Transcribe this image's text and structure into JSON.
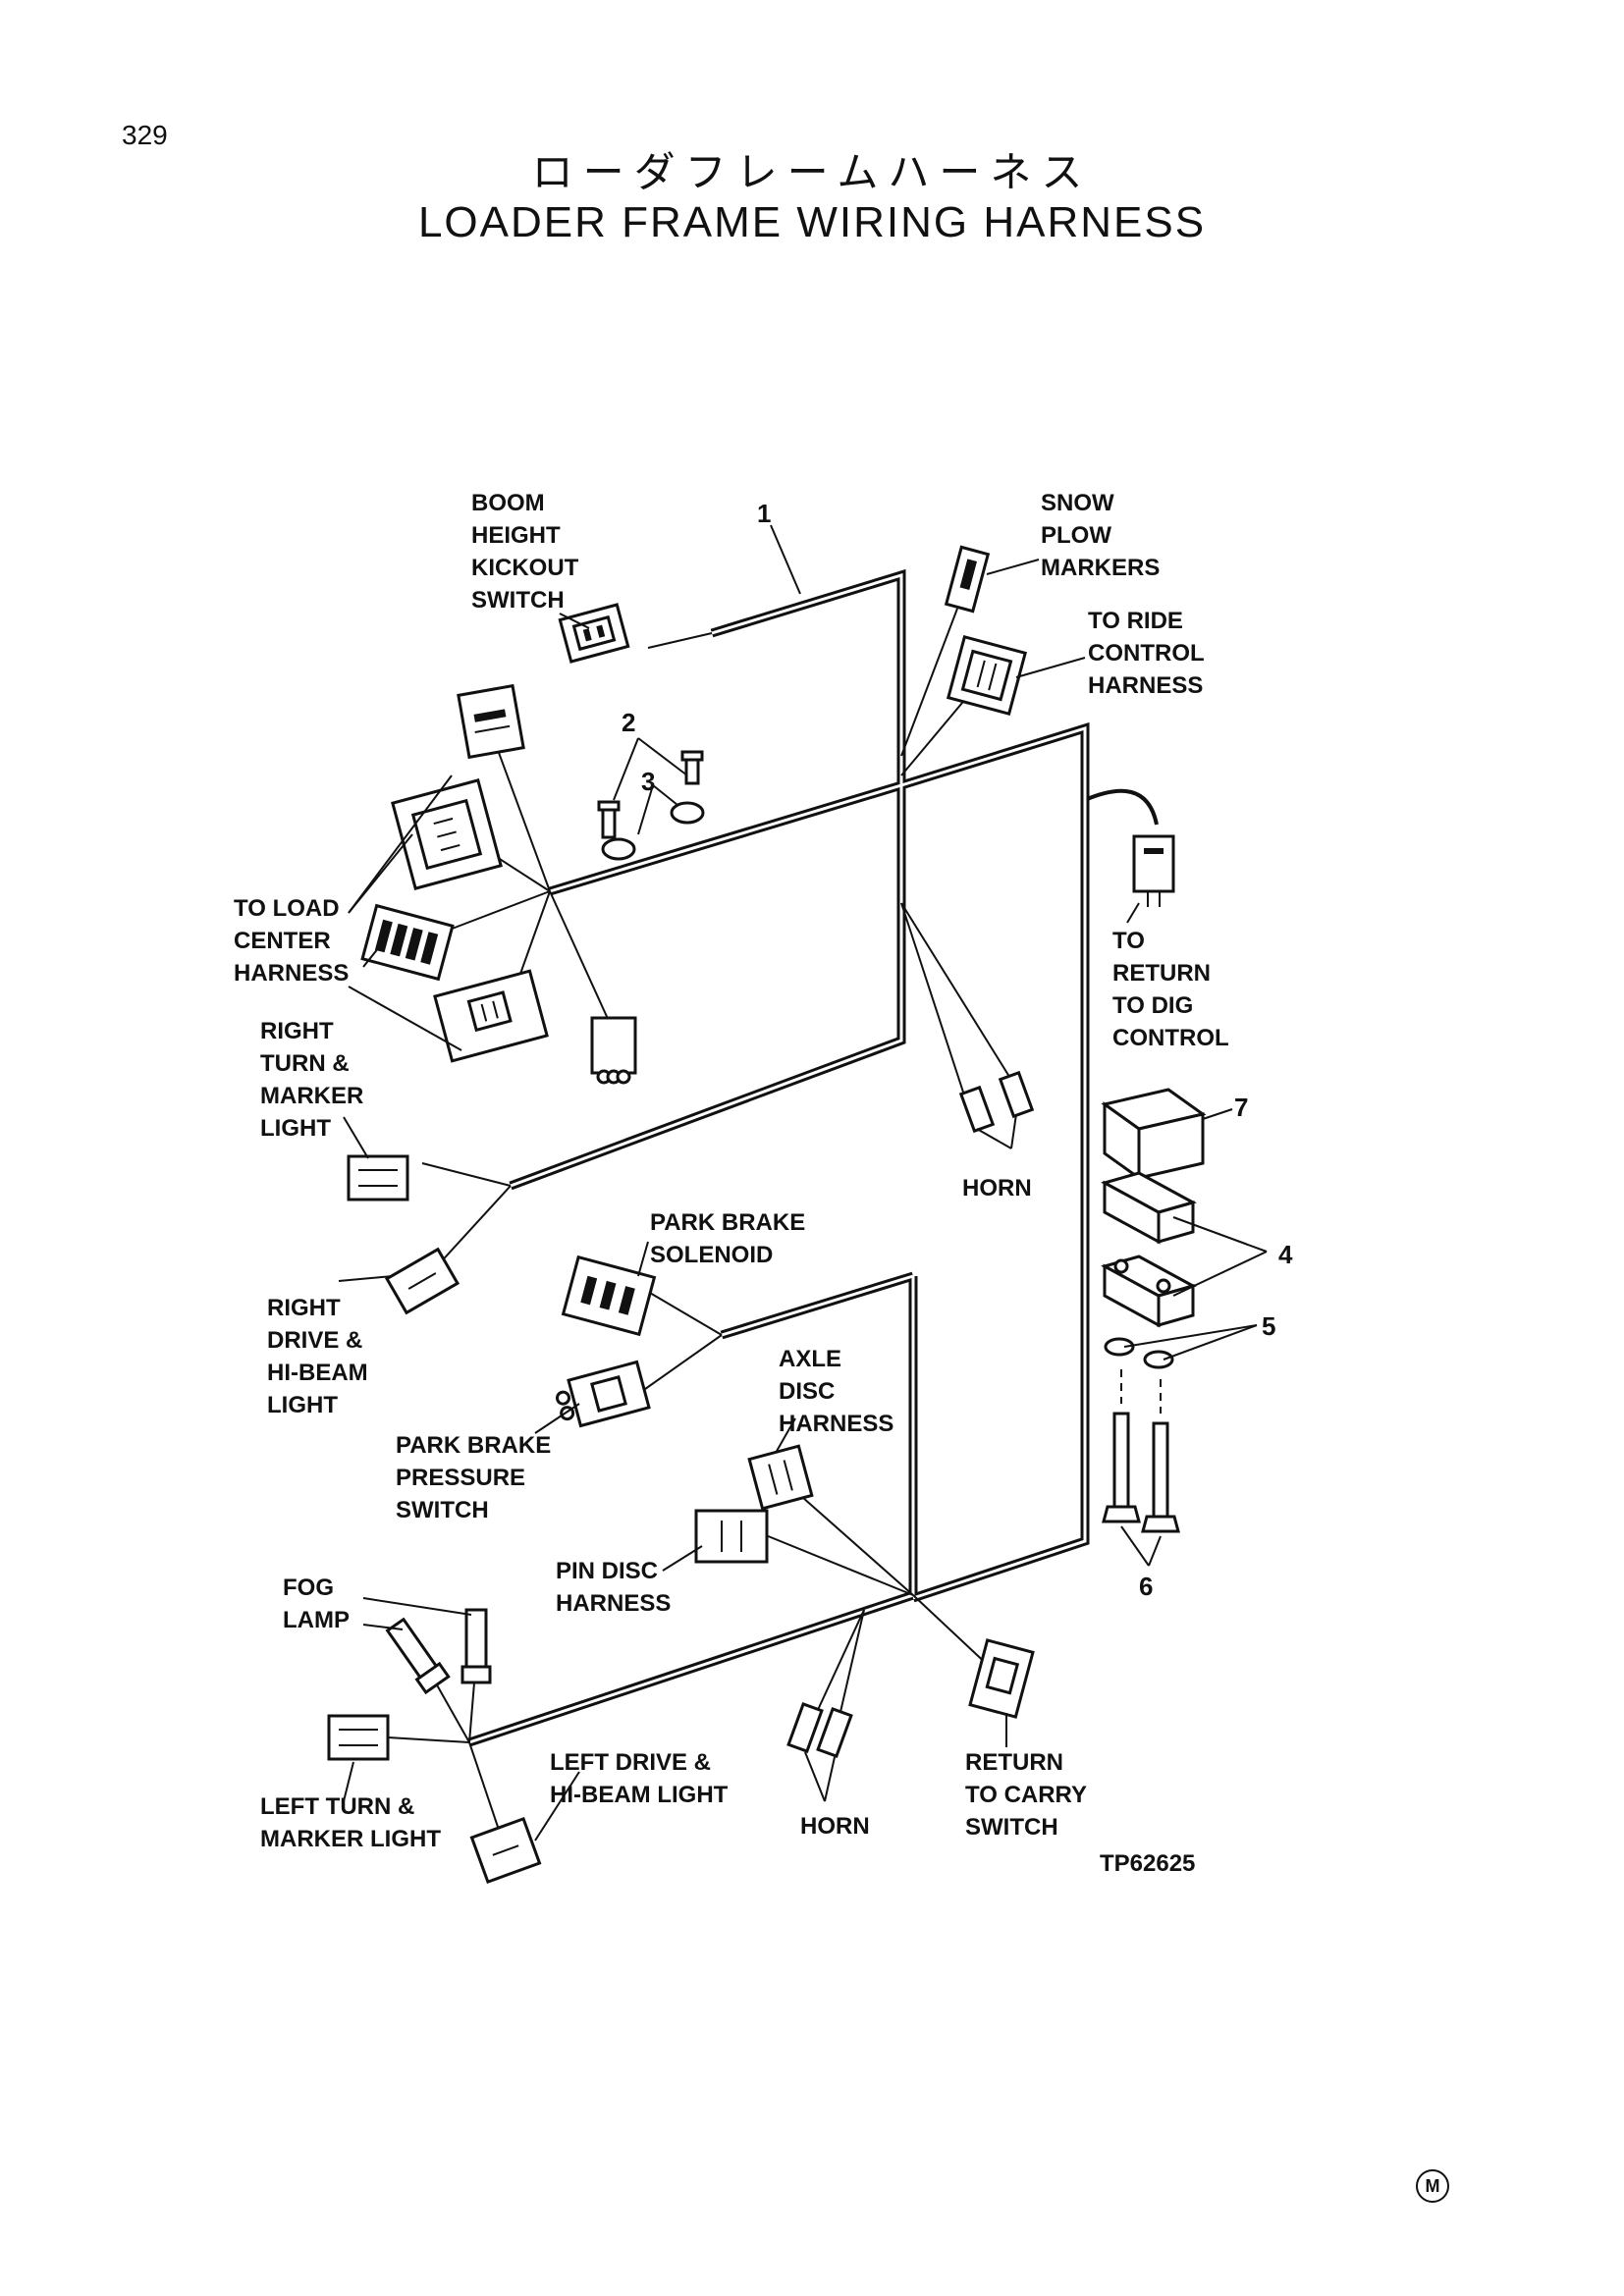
{
  "page_number": "329",
  "title_jp": "ローダフレームハーネス",
  "title_en": "LOADER FRAME WIRING HARNESS",
  "figure_code": "TP62625",
  "corner_mark": "M",
  "callouts": {
    "c1": "1",
    "c2": "2",
    "c3": "3",
    "c4": "4",
    "c5": "5",
    "c6": "6",
    "c7": "7"
  },
  "labels": {
    "boom": [
      "BOOM",
      "HEIGHT",
      "KICKOUT",
      "SWITCH"
    ],
    "snow": [
      "SNOW",
      "PLOW",
      "MARKERS"
    ],
    "ride": [
      "TO RIDE",
      "CONTROL",
      "HARNESS"
    ],
    "load": [
      "TO LOAD",
      "CENTER",
      "HARNESS"
    ],
    "return_dig": [
      "TO",
      "RETURN",
      "TO DIG",
      "CONTROL"
    ],
    "right_turn": [
      "RIGHT",
      "TURN &",
      "MARKER",
      "LIGHT"
    ],
    "horn_upper": [
      "HORN"
    ],
    "park_sol": [
      "PARK BRAKE",
      "SOLENOID"
    ],
    "right_drive": [
      "RIGHT",
      "DRIVE &",
      "HI-BEAM",
      "LIGHT"
    ],
    "axle": [
      "AXLE",
      "DISC",
      "HARNESS"
    ],
    "park_press": [
      "PARK BRAKE",
      "PRESSURE",
      "SWITCH"
    ],
    "pin": [
      "PIN DISC",
      "HARNESS"
    ],
    "fog": [
      "FOG",
      "LAMP"
    ],
    "left_drive": [
      "LEFT DRIVE &",
      "HI-BEAM LIGHT"
    ],
    "left_turn": [
      "LEFT TURN &",
      "MARKER LIGHT"
    ],
    "horn_lower": [
      "HORN"
    ],
    "return_carry": [
      "RETURN",
      "TO CARRY",
      "SWITCH"
    ]
  },
  "colors": {
    "ink": "#111111",
    "paper": "#ffffff"
  }
}
